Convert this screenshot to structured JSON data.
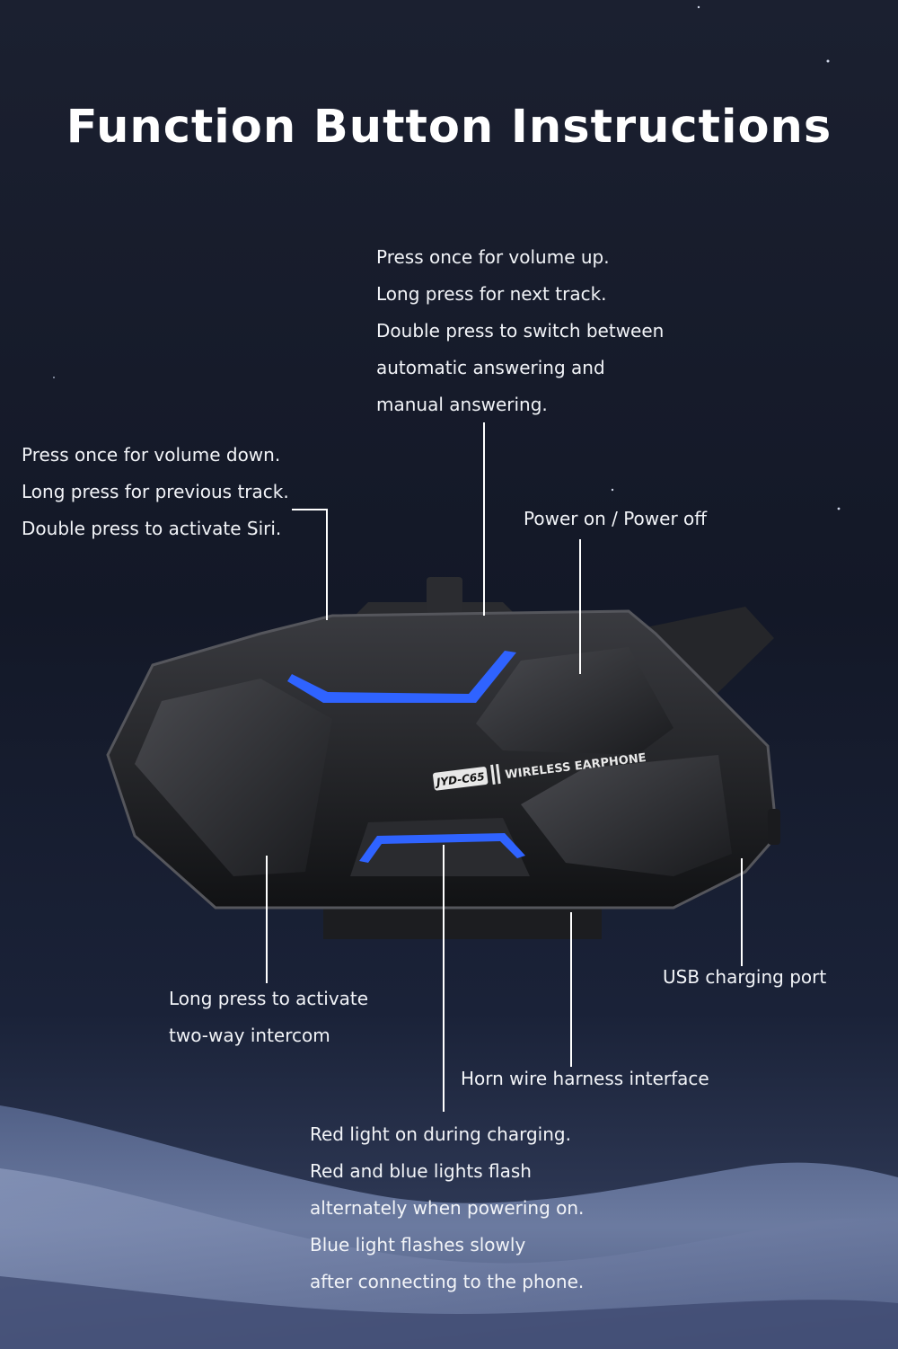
{
  "title": "Function Button Instructions",
  "callouts": {
    "top_button": [
      "Press once for volume up.",
      "Long press for next track.",
      "Double press to switch between",
      "automatic answering and",
      "manual answering."
    ],
    "left_button": [
      "Press once for volume down.",
      "Long press for previous track.",
      "Double press to activate Siri."
    ],
    "power": [
      "Power on / Power off"
    ],
    "intercom": [
      "Long press to activate",
      "two-way intercom"
    ],
    "usb": [
      "USB charging port"
    ],
    "horn": [
      "Horn wire harness interface"
    ],
    "indicator": [
      "Red light on during charging.",
      "Red and blue lights flash",
      "alternately when powering on.",
      "Blue light flashes slowly",
      "after connecting to the phone."
    ]
  },
  "device": {
    "model_label": "JYD-C65",
    "brand_label": "WIRELESS EARPHONE"
  },
  "colors": {
    "accent_light": "#2f63ff",
    "body": "#1a1b1e"
  }
}
